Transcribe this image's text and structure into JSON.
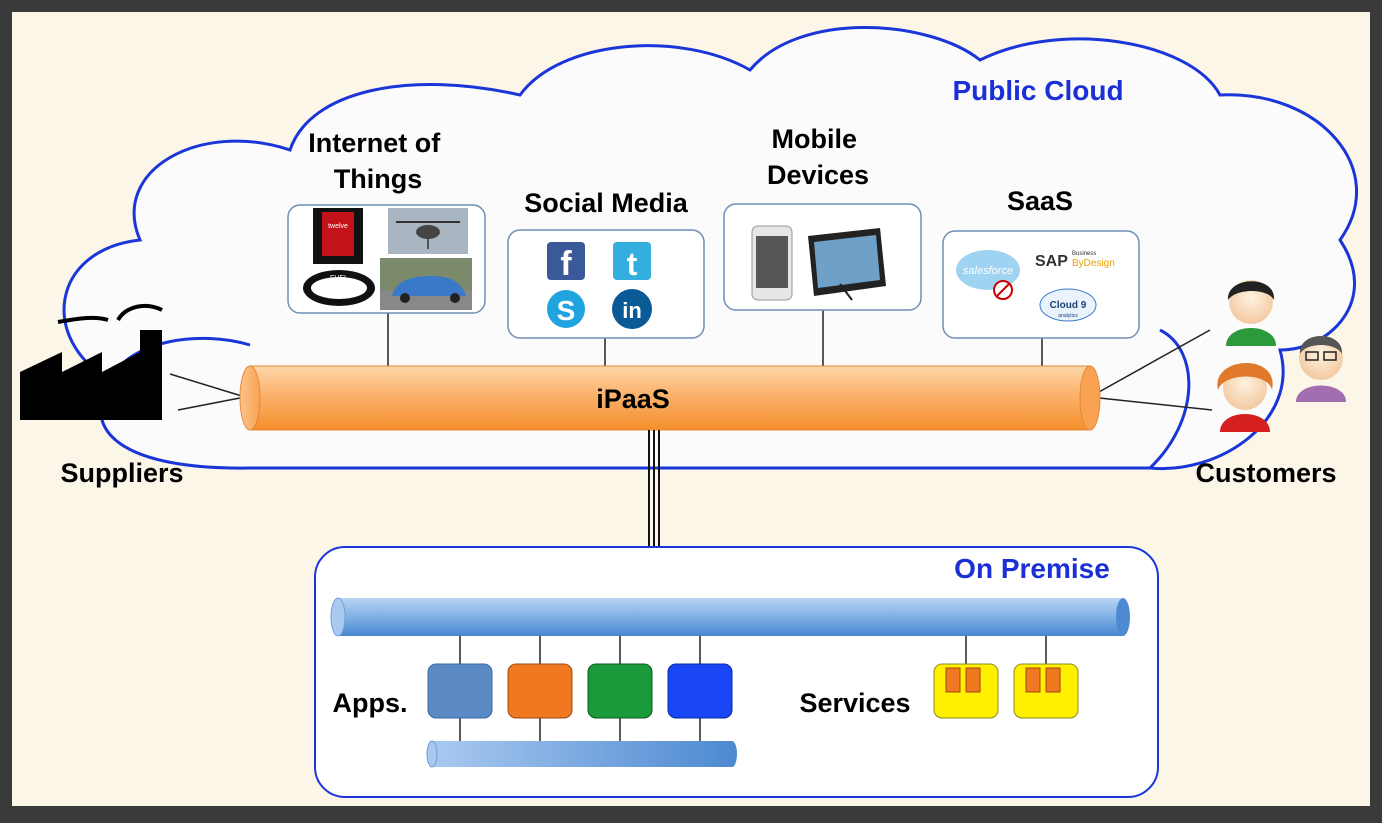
{
  "cloud_label": "Public Cloud",
  "bus_label": "iPaaS",
  "categories": {
    "iot": [
      "Internet of",
      "Things"
    ],
    "social": "Social Media",
    "mobile": [
      "Mobile",
      "Devices"
    ],
    "saas": "SaaS"
  },
  "iot_images": {
    "watch_brand": "twelve",
    "band_brand": "FUEL"
  },
  "saas_logos": {
    "salesforce": "salesforce",
    "sap": "SAP",
    "sap_sub1": "Business",
    "sap_sub2": "ByDesign",
    "cloud9": "Cloud 9",
    "cloud9_sub": "analytics"
  },
  "suppliers_label": "Suppliers",
  "customers_label": "Customers",
  "on_premise": {
    "title": "On Premise",
    "apps_label": "Apps.",
    "services_label": "Services",
    "app_colors": [
      "#5b8ac4",
      "#f07820",
      "#1a9a3a",
      "#1947f5"
    ],
    "service_color": "#fff000"
  },
  "colors": {
    "background": "#fbf6e8",
    "cloud_outline": "#1a35d8",
    "bus_orange": "#f9a755",
    "bus_blue": "#6fa4e0",
    "label_blue": "#1a2fd6"
  }
}
